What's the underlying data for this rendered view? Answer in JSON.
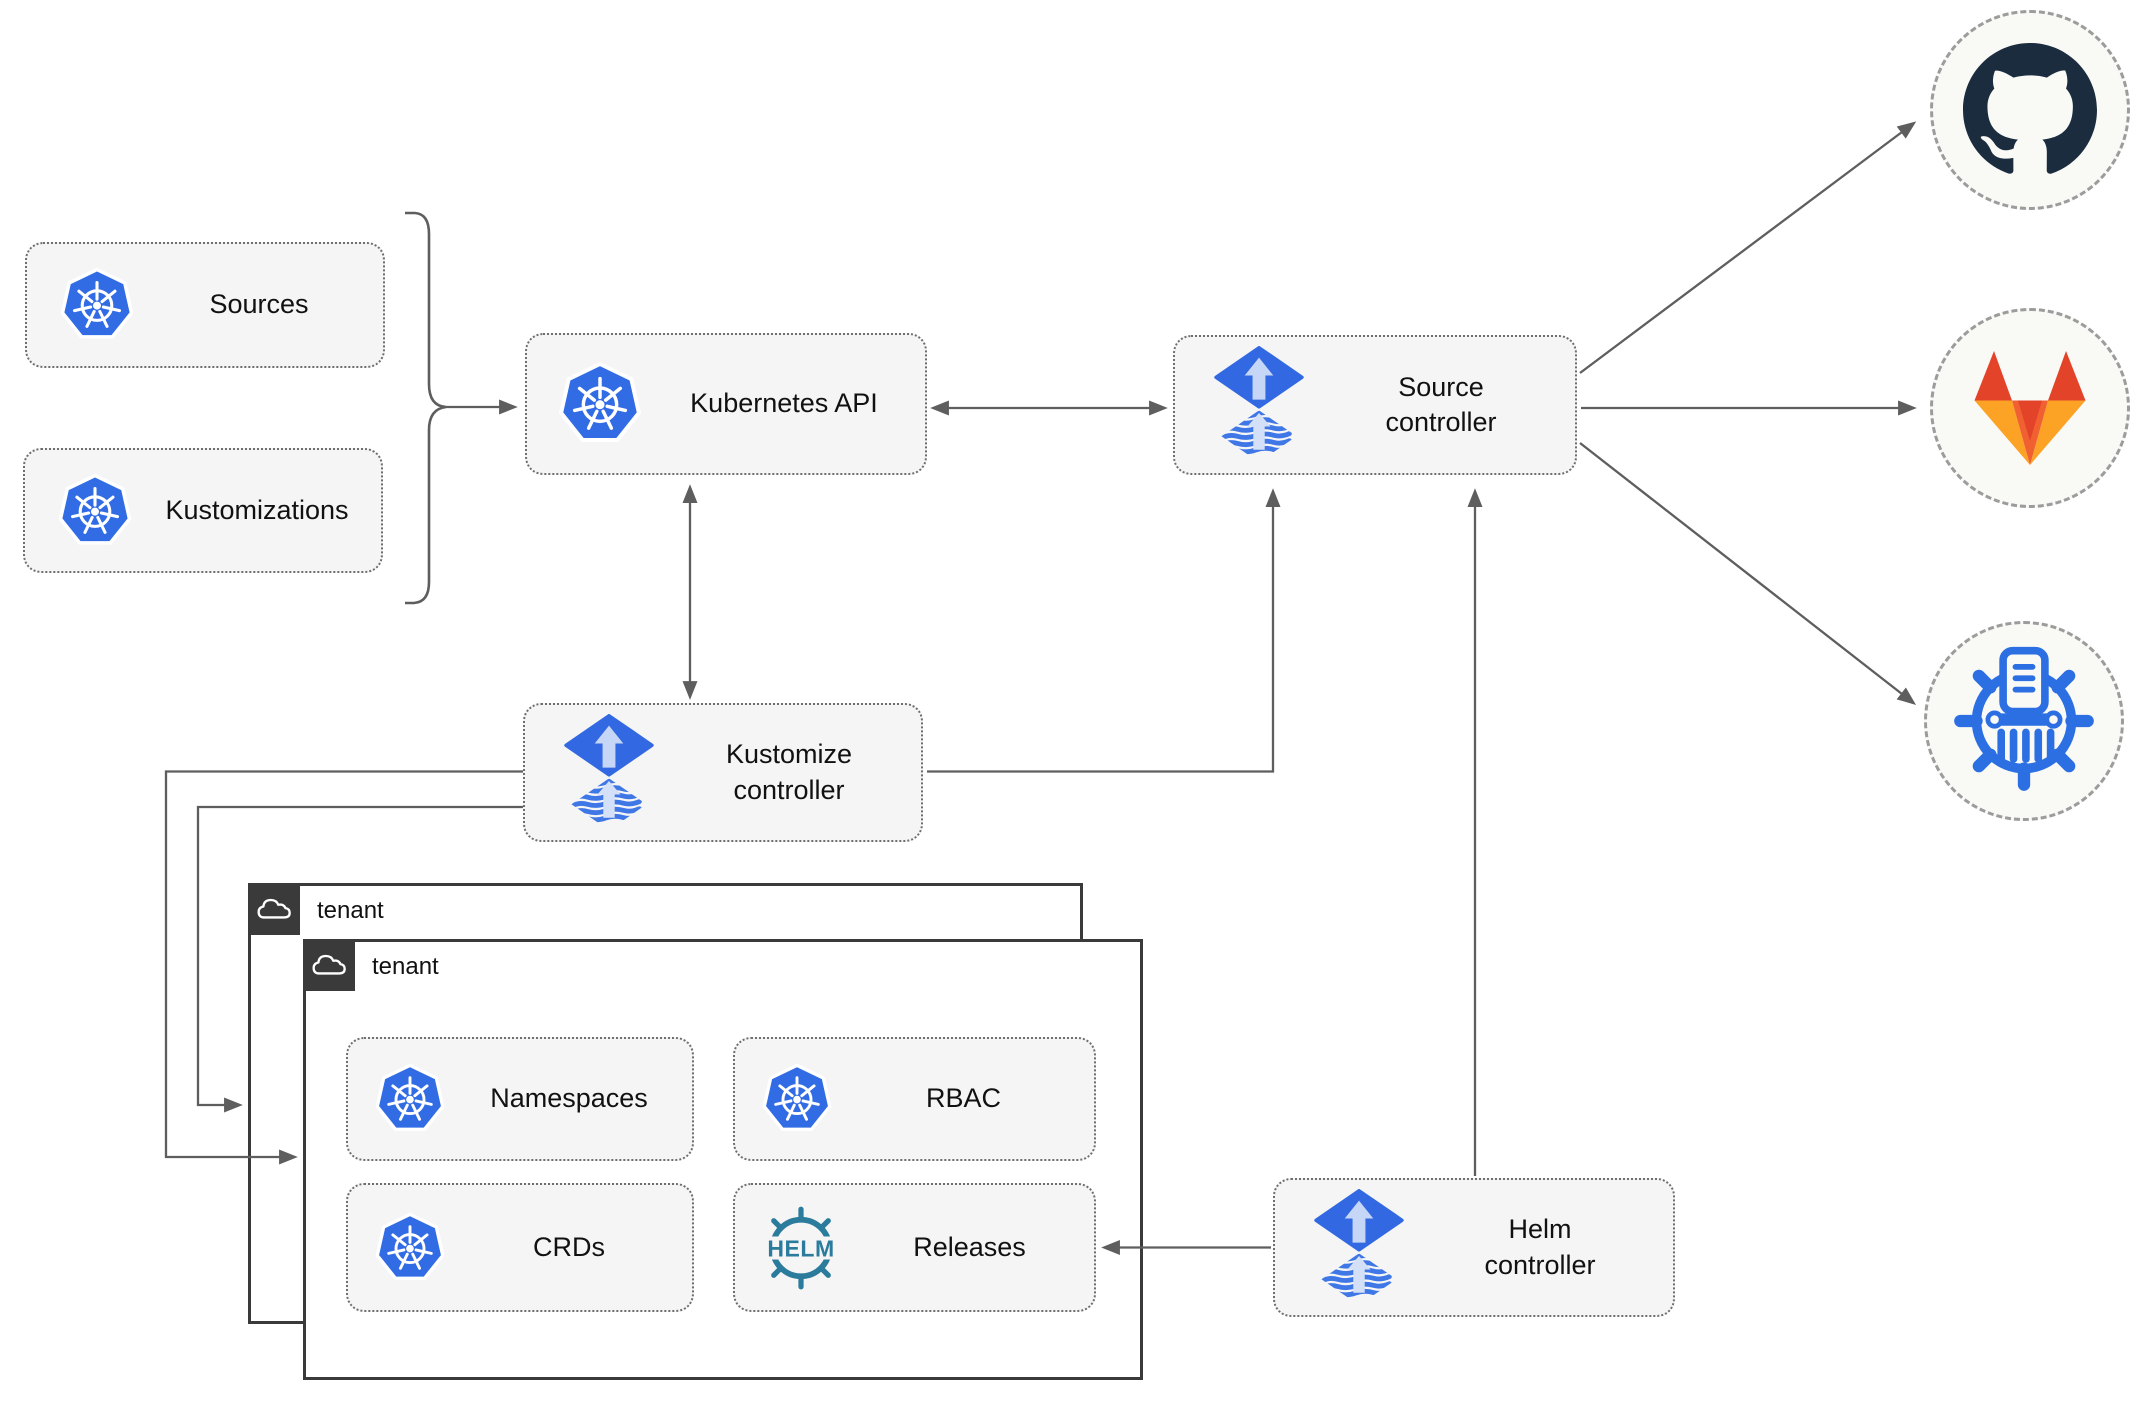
{
  "diagram": {
    "colors": {
      "kubernetes_blue": "#326ce5",
      "flux_blue": "#3268e1",
      "flux_light_arrow": "#c6d6f6",
      "helm_teal": "#2a7b9c",
      "chartmuseum_blue": "#2b6fe3",
      "github_dark": "#1b2c3e",
      "gitlab_red": "#e24329",
      "gitlab_orange": "#f06031",
      "gitlab_yellow": "#fca326",
      "connector_gray": "#5e5e5e",
      "node_fill": "#f5f5f5",
      "tenant_border": "#3a3a3a"
    },
    "cluster_resources": {
      "sources": {
        "label": "Sources",
        "icon": "kubernetes-icon"
      },
      "kustomizations": {
        "label": "Kustomizations",
        "icon": "kubernetes-icon"
      }
    },
    "nodes": {
      "kubernetes_api": {
        "label": "Kubernetes API",
        "icon": "kubernetes-icon"
      },
      "source_controller": {
        "lines": [
          "Source",
          "controller"
        ],
        "icon": "flux-icon"
      },
      "kustomize_controller": {
        "lines": [
          "Kustomize",
          "controller"
        ],
        "icon": "flux-icon"
      },
      "helm_controller": {
        "lines": [
          "Helm",
          "controller"
        ],
        "icon": "flux-icon"
      }
    },
    "tenants": {
      "back": {
        "label": "tenant",
        "icon": "cloud-icon"
      },
      "front": {
        "label": "tenant",
        "icon": "cloud-icon"
      }
    },
    "tenant_resources": {
      "namespaces": {
        "label": "Namespaces",
        "icon": "kubernetes-icon"
      },
      "rbac": {
        "label": "RBAC",
        "icon": "kubernetes-icon"
      },
      "crds": {
        "label": "CRDs",
        "icon": "kubernetes-icon"
      },
      "releases": {
        "label": "Releases",
        "icon": "helm-icon",
        "icon_text": "HELM"
      }
    },
    "external_endpoints": {
      "github": {
        "icon": "github-icon"
      },
      "gitlab": {
        "icon": "gitlab-icon"
      },
      "chartmuseum": {
        "icon": "chartmuseum-icon"
      }
    }
  }
}
